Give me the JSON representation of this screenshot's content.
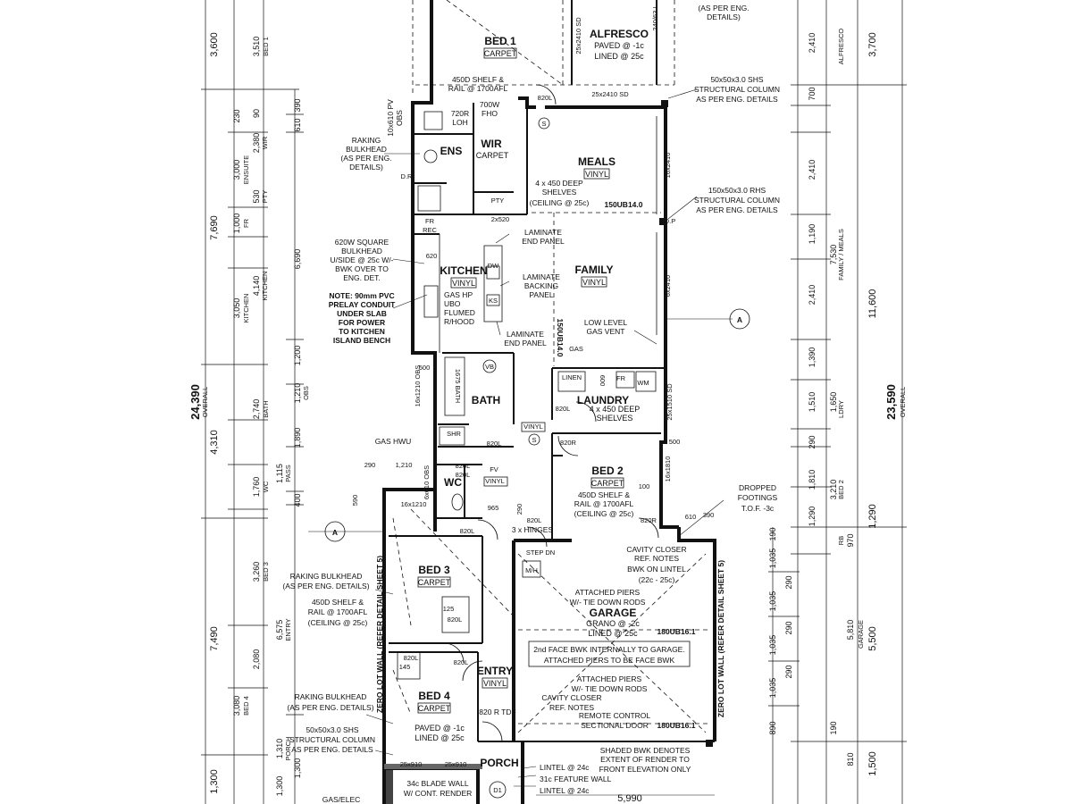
{
  "rooms": {
    "bed1": {
      "name": "BED 1",
      "floor": "CARPET"
    },
    "alfresco": {
      "name": "ALFRESCO",
      "line1": "PAVED @ -1c",
      "line2": "LINED @ 25c"
    },
    "ens": {
      "name": "ENS"
    },
    "wir": {
      "name": "WIR",
      "floor": "CARPET"
    },
    "meals": {
      "name": "MEALS",
      "floor": "VINYL"
    },
    "kitchen": {
      "name": "KITCHEN",
      "floor": "VINYL"
    },
    "family": {
      "name": "FAMILY",
      "floor": "VINYL"
    },
    "bath": {
      "name": "BATH"
    },
    "laundry": {
      "name": "LAUNDRY",
      "note1": "4 x 450 DEEP",
      "note2": "SHELVES"
    },
    "bed2": {
      "name": "BED 2",
      "floor": "CARPET"
    },
    "wc": {
      "name": "WC"
    },
    "bed3": {
      "name": "BED 3",
      "floor": "CARPET"
    },
    "garage": {
      "name": "GARAGE",
      "line1": "GRANO @ -2c",
      "line2": "LINED @ 25c"
    },
    "entry": {
      "name": "ENTRY",
      "floor": "VINYL"
    },
    "bed4": {
      "name": "BED 4",
      "floor": "CARPET",
      "line1": "PAVED @ -1c",
      "line2": "LINED @ 25c"
    },
    "porch": {
      "name": "PORCH"
    }
  },
  "fixtures": {
    "v_vinyl_passage": "VINYL",
    "v_vinyl_wc": "VINYL",
    "fv": "FV",
    "vb": "VB",
    "s1": "S",
    "s2": "S",
    "shr": "SHR",
    "wm": "WM",
    "fr": "FR",
    "dw": "DW",
    "ks": "KS",
    "bath_size": "1675 BATH",
    "linen": "LINEN",
    "fr_rec1": "FR",
    "fr_rec2": "REC",
    "pty": "PTY",
    "gas": "GAS",
    "ohw": "D.R",
    "d1": "D1",
    "meter": "M/H",
    "step_dn1": "STEP DN",
    "hws": "GAS HWU"
  },
  "annotations": {
    "shelf1": [
      "450D SHELF &",
      "RAIL @ 1700AFL"
    ],
    "fho": [
      "720R",
      "LOH"
    ],
    "fho2": [
      "700W",
      "FHO"
    ],
    "obs1": [
      "10x610 PV",
      "OBS"
    ],
    "raking1": [
      "RAKING",
      "BULKHEAD",
      "(AS PER ENG.",
      "DETAILS)"
    ],
    "kit_bulkhead": [
      "620W SQUARE",
      "BULKHEAD",
      "U/SIDE @ 25c W/-",
      "BWK OVER TO",
      "ENG. DET."
    ],
    "kit_note": [
      "NOTE: 90mm PVC",
      "PRELAY CONDUIT",
      "UNDER SLAB",
      "FOR POWER",
      "TO KITCHEN",
      "ISLAND BENCH"
    ],
    "gas_hp": [
      "GAS HP",
      "UBO",
      "FLUMED",
      "R/HOOD"
    ],
    "lam_end1": [
      "LAMINATE",
      "END PANEL"
    ],
    "lam_back": [
      "LAMINATE",
      "BACKING",
      "PANEL"
    ],
    "lam_end2": [
      "LAMINATE",
      "END PANEL"
    ],
    "meals_shelves": [
      "4 x 450 DEEP",
      "SHELVES",
      "(CEILING @ 25c)"
    ],
    "beam1": "150UB14.0",
    "beam2": "150UB14.0",
    "beam3": "180UB16.1",
    "beam4": "180UB16.1",
    "low_gas": [
      "LOW LEVEL",
      "GAS VENT"
    ],
    "col1": [
      "50x50x3.0 SHS",
      "STRUCTURAL COLUMN",
      "AS PER ENG. DETAILS"
    ],
    "col2": [
      "150x50x3.0 RHS",
      "STRUCTURAL COLUMN",
      "AS PER ENG. DETAILS"
    ],
    "top_right": [
      "(AS PER ENG.",
      "DETAILS)"
    ],
    "bed2_shelf": [
      "450D SHELF &",
      "RAIL @ 1700AFL",
      "(CEILING @ 25c)"
    ],
    "dropped": [
      "DROPPED",
      "FOOTINGS",
      "T.O.F. -3c"
    ],
    "cavity1": [
      "CAVITY CLOSER",
      "REF. NOTES",
      "BWK ON LINTEL",
      "(22c - 25c)"
    ],
    "piers1": [
      "ATTACHED PIERS",
      "W/- TIE DOWN RODS"
    ],
    "face_bwk": [
      "2nd FACE BWK INTERNALLY TO GARAGE.",
      "ATTACHED PIERS TO BE FACE BWK"
    ],
    "piers2": [
      "ATTACHED PIERS",
      "W/- TIE DOWN RODS"
    ],
    "cavity2": [
      "CAVITY CLOSER",
      "REF. NOTES"
    ],
    "remote": [
      "REMOTE CONTROL",
      "SECTIONAL DOOR"
    ],
    "shaded": [
      "SHADED BWK DENOTES",
      "EXTENT OF RENDER TO",
      "FRONT ELEVATION ONLY"
    ],
    "lintels": [
      "LINTEL @ 24c",
      "31c FEATURE WALL",
      "LINTEL @ 24c"
    ],
    "blade": [
      "34c BLADE WALL",
      "W/ CONT. RENDER"
    ],
    "gas_elec": "GAS/ELEC",
    "raking2": [
      "RAKING BULKHEAD",
      "(AS PER ENG. DETAILS)"
    ],
    "bed3_shelf": [
      "450D SHELF &",
      "RAIL @ 1700AFL",
      "(CEILING @ 25c)"
    ],
    "raking3": [
      "RAKING BULKHEAD",
      "(AS PER ENG. DETAILS)"
    ],
    "col3": [
      "50x50x3.0 SHS",
      "STRUCTURAL COLUMN",
      "AS PER ENG. DETAILS"
    ],
    "zero_lot_l": "ZERO LOT WALL (REFER DETAIL SHEET 5)",
    "zero_lot_r": "ZERO LOT WALL (REFER DETAIL SHEET 5)",
    "hinges": "3 x HINGES",
    "tdf": "820 R\nTDF",
    "section_a": "A",
    "windows": {
      "w_alf1": "25x2410 SD",
      "w_alf2": "25x2410 SD",
      "w_alf3": "240/63 L",
      "w_meals": "16x2410",
      "w_family": "6x2410",
      "w_laundry": "25x1510 SD",
      "w_bed2": "16x1810",
      "w_bath": "16x1210 OBS",
      "w_wc": "6x610 OBS",
      "w_bed3": "16x1210",
      "w_bed4a": "25x910",
      "w_bed4b": "25x910",
      "dp1": "D.P"
    },
    "doors": {
      "d820_1": "820L",
      "d820_2": "820L",
      "d820_3": "820L",
      "d820_4": "820R",
      "d820_5": "820L",
      "d820_6": "820L",
      "d820_7": "820L",
      "d820_8": "820L",
      "d820_9": "820R",
      "d820_10": "820L",
      "d820_11": "820L",
      "d820_12": "820L",
      "d_145": "145",
      "d_125": "125",
      "d2x520": "2x520",
      "d620": "620",
      "d600": "600",
      "d500a": "500",
      "d500b": "500",
      "d100": "100",
      "d965": "965",
      "d610": "610",
      "d390": "390",
      "d290a": "290",
      "d290b": "290",
      "d1210": "1,210",
      "d590": "590"
    }
  },
  "dims_left": {
    "overall": "24,390",
    "overall_label": "OVERALL",
    "major": [
      "3,600",
      "7,690",
      "4,310",
      "7,490",
      "1,300"
    ],
    "mid": [
      "3,510",
      "3,000",
      "1,000",
      "3,050",
      "2,740",
      "1,760",
      "3,260",
      "2,080",
      "3,080",
      "1,310",
      "1,300"
    ],
    "mid_labels": [
      "BED 1",
      "ENSUITE",
      "FR",
      "KITCHEN",
      "BATH",
      "WC",
      "BED 3",
      "BED 4",
      "PORCH"
    ],
    "inner": [
      "390",
      "610",
      "2,380",
      "530",
      "4,140",
      "6,690",
      "1,200",
      "1,210",
      "1,890",
      "1,115",
      "400",
      "6,575",
      "610",
      "230",
      "90",
      "1,300"
    ],
    "inner_labels": [
      "WIR",
      "PTY",
      "KITCHEN",
      "OBS",
      "PASS",
      "ENTRY"
    ]
  },
  "dims_right": {
    "overall": "23,590",
    "overall_label": "OVERALL",
    "major": [
      "3,700",
      "11,600",
      "1,290",
      "5,500",
      "1,500"
    ],
    "mid": [
      "2,410",
      "700",
      "2,410",
      "1,190",
      "2,410",
      "1,390",
      "1,510",
      "1,650",
      "290",
      "1,810",
      "1,290",
      "970",
      "5,810"
    ],
    "mid_labels": [
      "ALFRESCO",
      "FAMILY / MEALS",
      "LDRY",
      "BED 2",
      "RB",
      "GARAGE"
    ],
    "inner": [
      "7,530",
      "3,210",
      "1,035",
      "1,035",
      "1,035",
      "1,035",
      "890",
      "190",
      "290",
      "290",
      "290",
      "810",
      "190"
    ],
    "bottom": "5,990"
  }
}
